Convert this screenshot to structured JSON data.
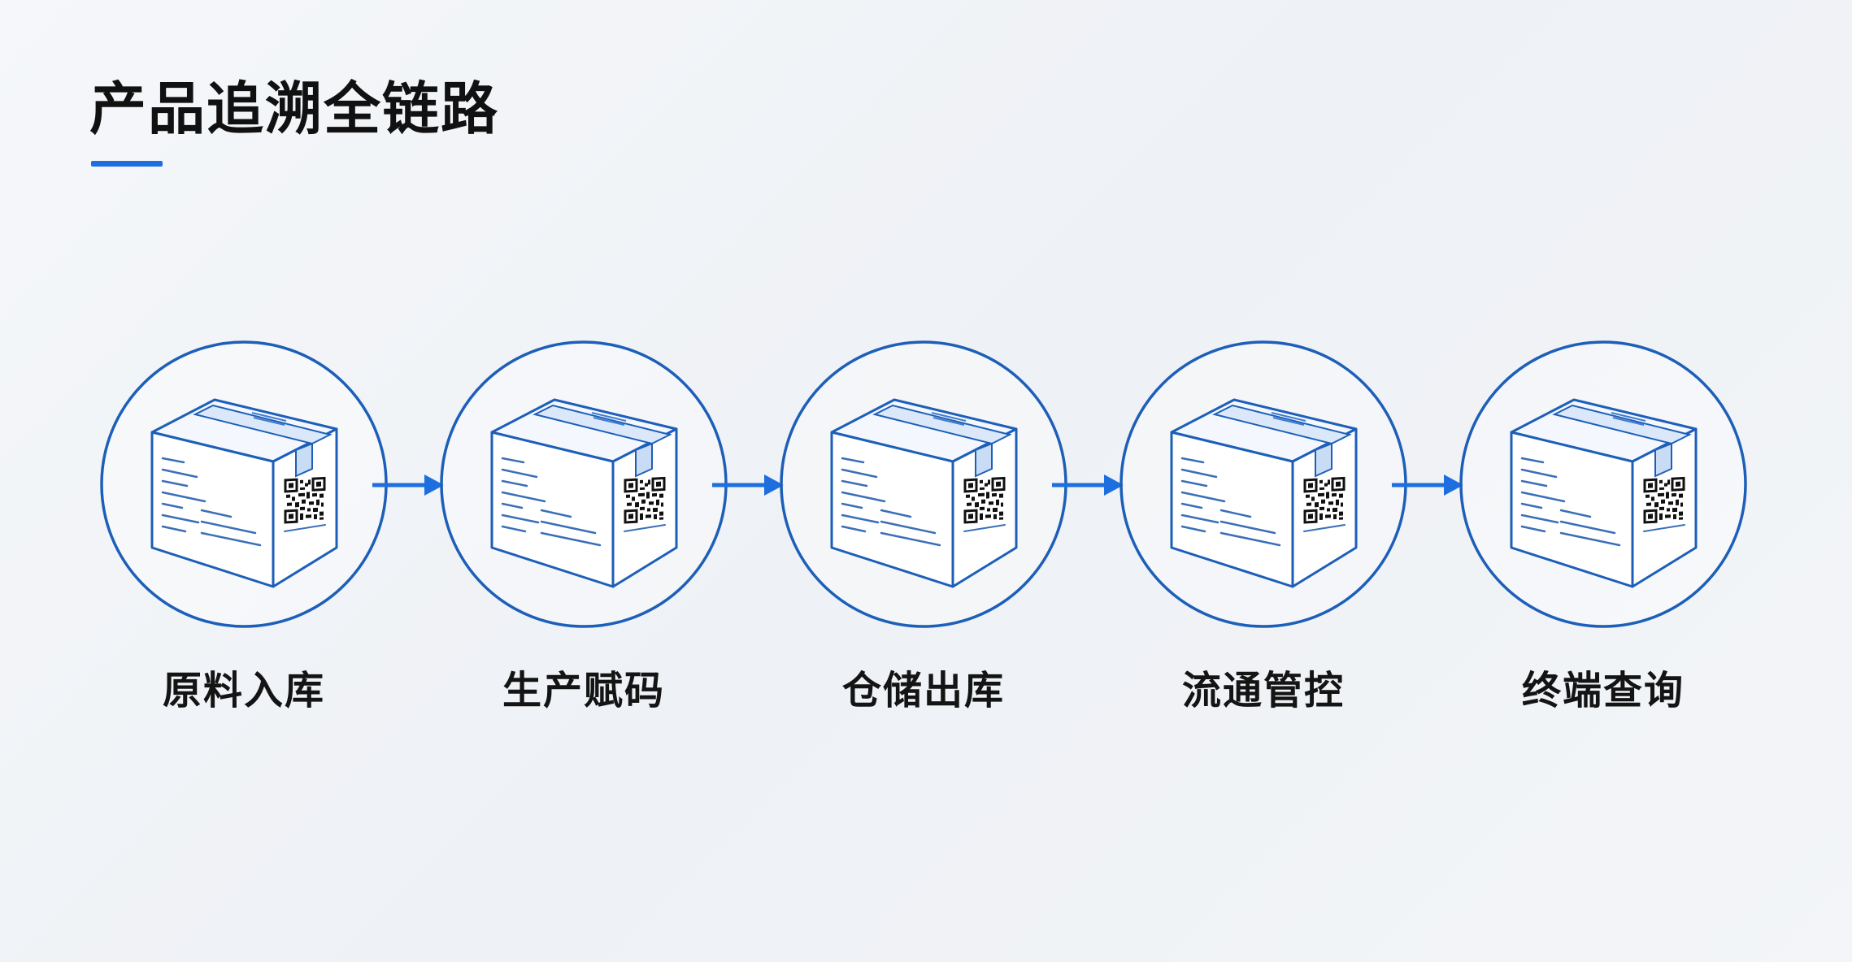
{
  "page": {
    "title": "产品追溯全链路"
  },
  "colors": {
    "accent": "#1d6fe0",
    "circle_stroke": "#1d5fb8",
    "box_stroke": "#1d5fb8",
    "box_fill": "#ffffff",
    "text": "#141414"
  },
  "stages": [
    {
      "label": "原料入库",
      "icon": "qr-code-package-icon"
    },
    {
      "label": "生产赋码",
      "icon": "qr-code-package-icon"
    },
    {
      "label": "仓储出库",
      "icon": "qr-code-package-icon"
    },
    {
      "label": "流通管控",
      "icon": "qr-code-package-icon"
    },
    {
      "label": "终端查询",
      "icon": "qr-code-package-icon"
    }
  ]
}
